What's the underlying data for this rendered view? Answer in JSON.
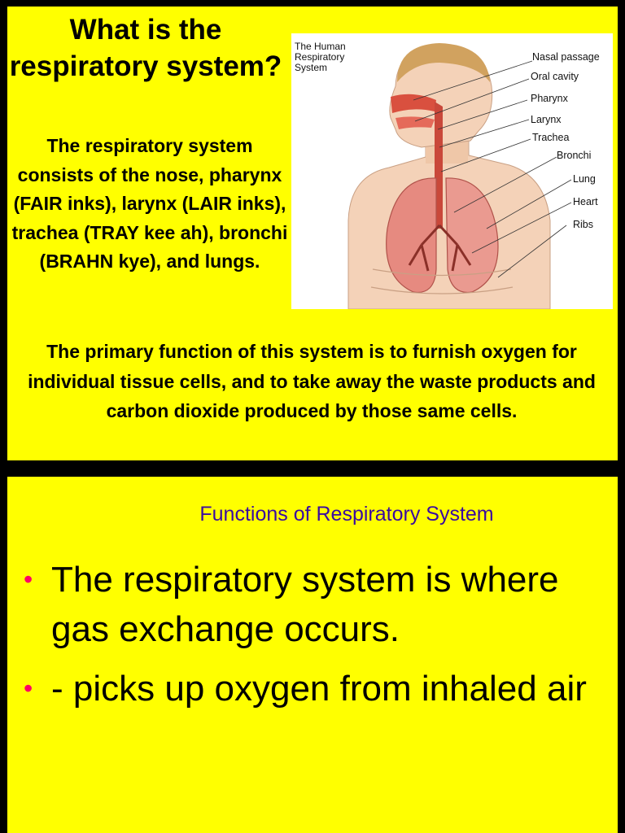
{
  "slide1": {
    "title": "What is the respiratory system?",
    "intro": "The respiratory system consists of the nose, pharynx (FAIR inks), larynx (LAIR inks), trachea (TRAY kee ah), bronchi (BRAHN kye), and lungs.",
    "function_text": "The primary function of this system is to furnish oxygen for individual tissue cells, and to take away the waste products and carbon dioxide produced by those same cells.",
    "diagram": {
      "title": "The Human Respiratory System",
      "labels": [
        "Nasal passage",
        "Oral cavity",
        "Pharynx",
        "Larynx",
        "Trachea",
        "Bronchi",
        "Lung",
        "Heart",
        "Ribs"
      ]
    }
  },
  "slide2": {
    "subtitle": "Functions of Respiratory System",
    "bullets": [
      "The respiratory system is where gas exchange occurs.",
      "- picks up oxygen from inhaled air"
    ]
  },
  "colors": {
    "background": "#000000",
    "slide": "#ffff00",
    "subtitle": "#3a0aa0",
    "bullet_marker": "#ff0066"
  }
}
